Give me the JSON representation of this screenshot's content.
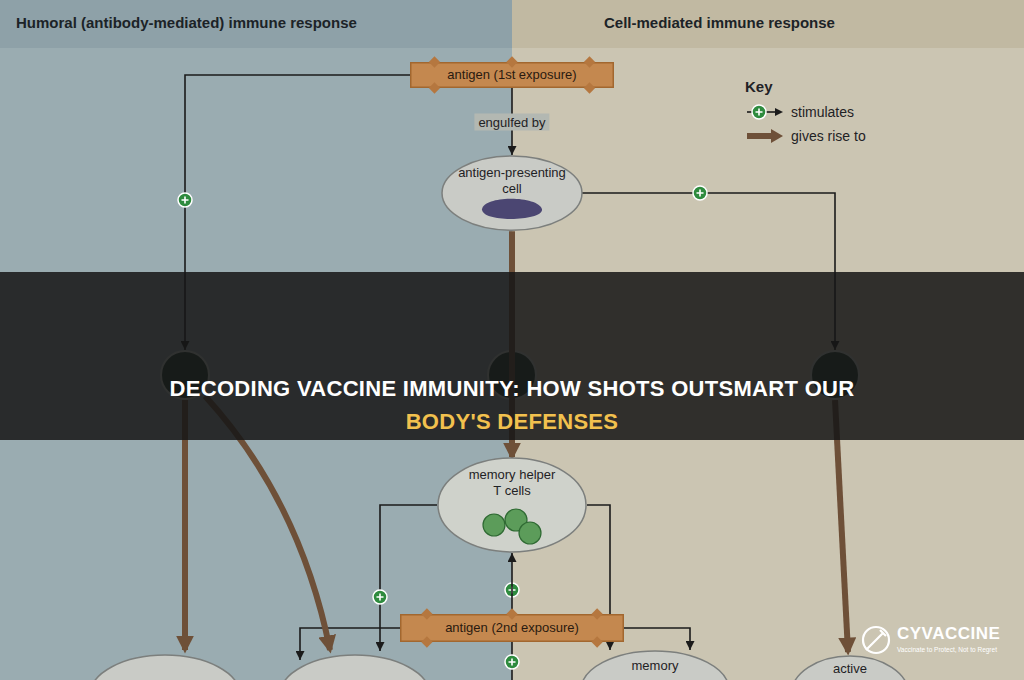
{
  "diagram": {
    "title": "DECODING VACCINE IMMUNITY: HOW SHOTS OUTSMART OUR BODY'S DEFENSES",
    "nodes": [
      {
        "text": [
          "Humoral (antibody-mediated) immune response"
        ]
      },
      {
        "text": [
          "Cell-mediated immune response"
        ]
      },
      {
        "text": [
          "antigen (1st exposure)"
        ]
      },
      {
        "text": [
          "antigen-presenting cell"
        ]
      },
      {
        "text": [
          "memory helper T cells"
        ]
      },
      {
        "text": [
          "antigen (2nd exposure)"
        ]
      },
      {
        "text": [
          "memory"
        ],
        "in": 1
      },
      {
        "text": [
          "active"
        ],
        "in": 1
      }
    ],
    "edges": [
      {
        "from": 2,
        "to": 3,
        "arrow": "to",
        "label": "engulfed by"
      },
      {
        "from": 3,
        "to": 4,
        "arrow": "to"
      },
      {
        "from": 5,
        "to": 4,
        "arrow": "to"
      },
      {
        "from": 4,
        "to": 6,
        "arrow": "to"
      },
      {
        "from": 5,
        "to": 6,
        "arrow": "to"
      }
    ],
    "labels": [
      "Key",
      "CYVACCINE",
      "Vaccinate to Protect, Not to Regret"
    ],
    "legend": [
      {
        "text": "stimulates"
      },
      {
        "text": "gives rise to"
      }
    ]
  }
}
